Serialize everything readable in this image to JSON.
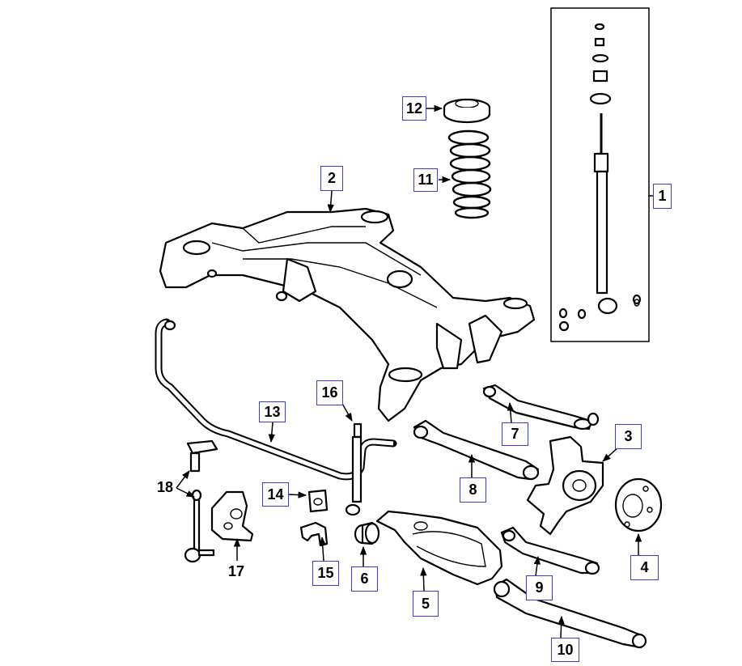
{
  "callouts": {
    "c1": "1",
    "c2": "2",
    "c3": "3",
    "c4": "4",
    "c5": "5",
    "c6": "6",
    "c7": "7",
    "c8": "8",
    "c9": "9",
    "c10": "10",
    "c11": "11",
    "c12": "12",
    "c13": "13",
    "c14": "14",
    "c15": "15",
    "c16": "16",
    "c17": "17",
    "c18": "18"
  },
  "colors": {
    "callout_border": "#3b3bd6",
    "line": "#000000",
    "background": "#ffffff"
  },
  "icons": [
    "arrow-icon"
  ]
}
